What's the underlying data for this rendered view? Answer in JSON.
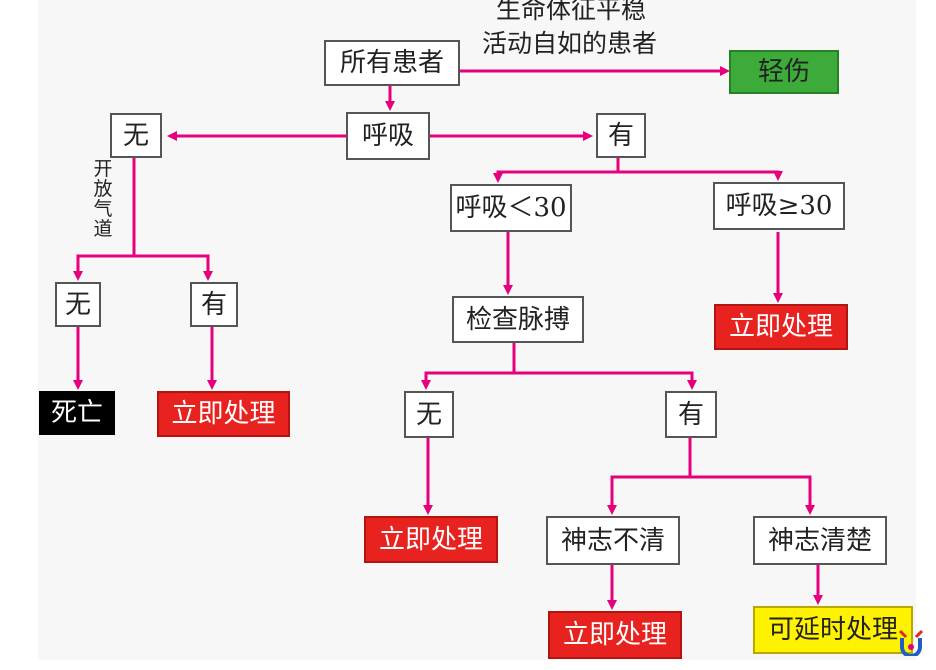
{
  "colors": {
    "arrow": "#e6007e",
    "urgent": "#e8231f",
    "minor": "#3cab3a",
    "dead": "#000000",
    "delayed": "#fff200"
  },
  "nodes": {
    "all_patients": "所有患者",
    "minor_injury": "轻伤",
    "breathing": "呼吸",
    "breathing_none": "无",
    "breathing_yes": "有",
    "airway_none": "无",
    "airway_yes": "有",
    "death": "死亡",
    "immediate_airway": "立即处理",
    "rr_lt30": "呼吸＜30",
    "rr_ge30": "呼吸≥30",
    "immediate_rr": "立即处理",
    "check_pulse": "检查脉搏",
    "pulse_none": "无",
    "pulse_yes": "有",
    "immediate_pulse": "立即处理",
    "confused": "神志不清",
    "clear": "神志清楚",
    "immediate_confused": "立即处理",
    "delayed": "可延时处理"
  },
  "edge_labels": {
    "stable_line1": "生命体征平稳",
    "stable_line2": "活动自如的患者",
    "open_airway": [
      "开",
      "放",
      "气",
      "道"
    ]
  },
  "logo_icon": "watermark-logo-icon"
}
